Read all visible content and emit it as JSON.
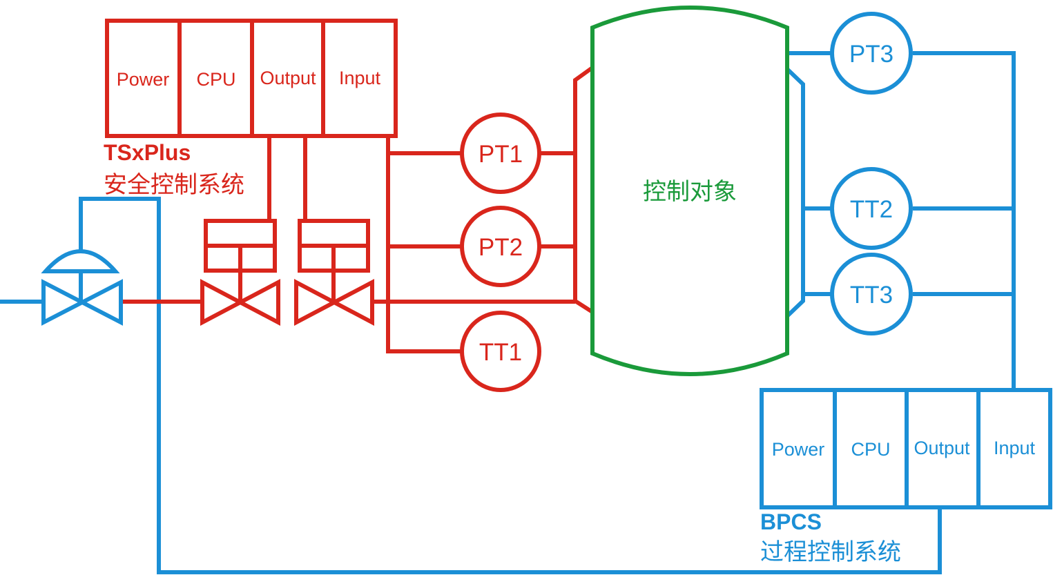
{
  "colors": {
    "safety": "#d9261c",
    "process": "#1b8fd6",
    "vessel": "#1a9a3a",
    "background": "#ffffff"
  },
  "safety_system": {
    "modules": [
      "Power",
      "CPU",
      "Output",
      "Input"
    ],
    "name": "TSxPlus",
    "subtitle": "安全控制系统"
  },
  "process_system": {
    "modules": [
      "Power",
      "CPU",
      "Output",
      "Input"
    ],
    "name": "BPCS",
    "subtitle": "过程控制系统"
  },
  "vessel": {
    "label": "控制对象"
  },
  "instruments": {
    "safety": [
      "PT1",
      "PT2",
      "TT1"
    ],
    "process": [
      "PT3",
      "TT2",
      "TT3"
    ]
  },
  "valves": {
    "control_valve": "control-valve-icon",
    "shutoff_valve": "shutoff-valve-icon"
  }
}
